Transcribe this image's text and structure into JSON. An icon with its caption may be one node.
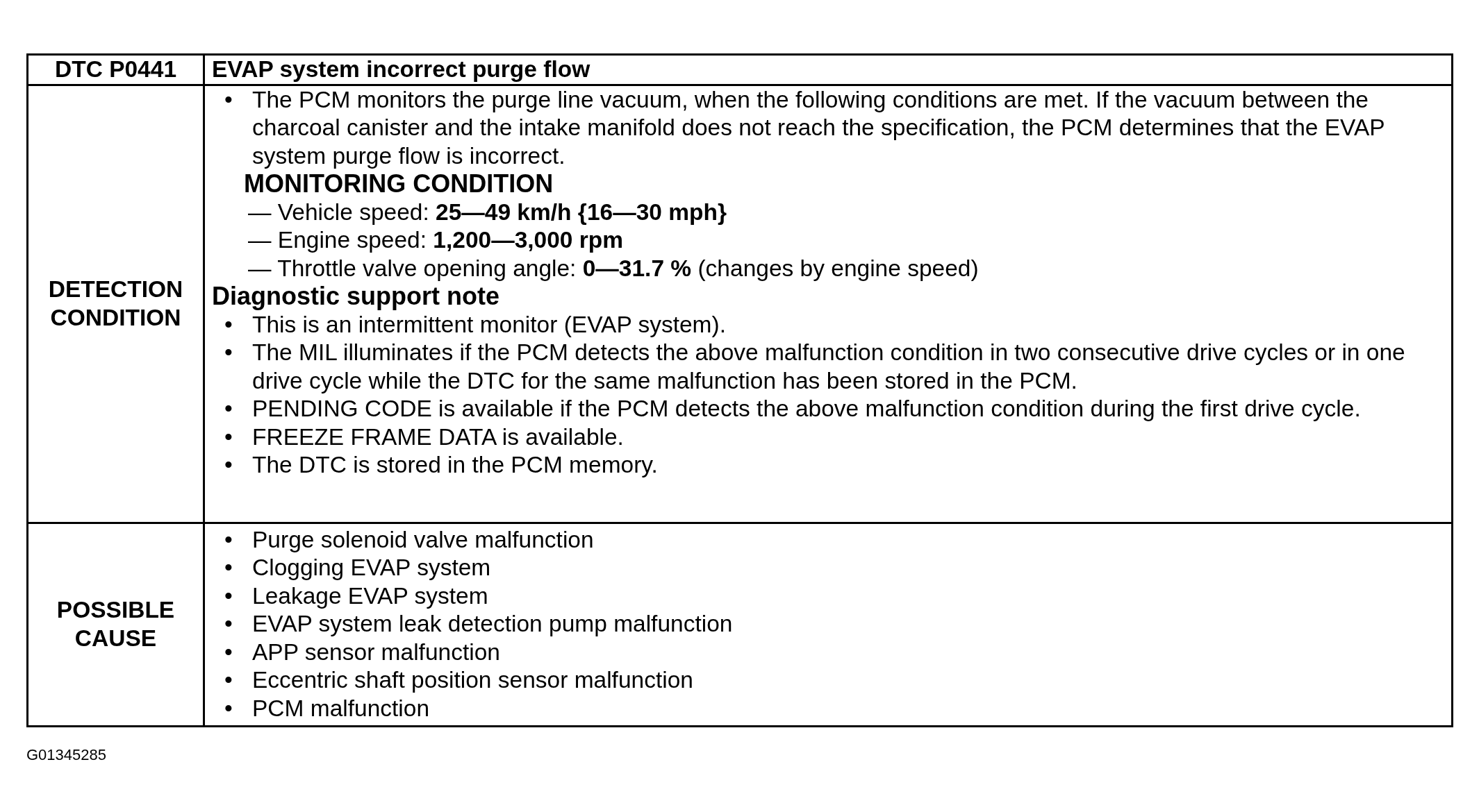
{
  "diagram": {
    "labels": [
      "DTC P0441",
      "EVAP system incorrect purge flow",
      "DETECTION CONDITION",
      "•",
      "The PCM monitors the purge line vacuum, when the following conditions are met. If the vacuum between the charcoal canister and the intake manifold does not reach the specification, the PCM determines that the EVAP system purge flow is incorrect.",
      "MONITORING CONDITION",
      "— Vehicle speed: **25—49 km/h {16—30 mph}**",
      "— Engine speed: **1,200—3,000 rpm**",
      "— Throttle valve opening angle: **0—31.7 %** (changes by engine speed)",
      "Diagnostic support note",
      "•",
      "This is an intermittent monitor (EVAP system).",
      "•",
      "The MIL illuminates if the PCM detects the above malfunction condition in two consecutive drive cycles or in one drive cycle while the DTC for the same malfunction has been stored in the PCM.",
      "•",
      "PENDING CODE is available if the PCM detects the above malfunction condition during the first drive cycle.",
      "•",
      "FREEZE FRAME DATA is available.",
      "•",
      "The DTC is stored in the PCM memory.",
      "POSSIBLE CAUSE",
      "•",
      "Purge solenoid valve malfunction",
      "•",
      "Clogging EVAP system",
      "•",
      "Leakage EVAP system",
      "•",
      "EVAP system leak detection pump malfunction",
      "•",
      "APP sensor malfunction",
      "•",
      "Eccentric shaft position sensor malfunction",
      "•",
      "PCM malfunction",
      "G01345285"
    ]
  }
}
